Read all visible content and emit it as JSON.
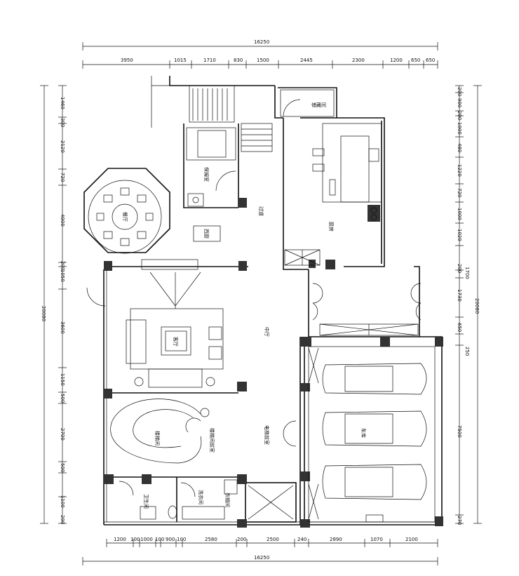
{
  "dimensions": {
    "top_total": "16250",
    "top_segments": [
      "3950",
      "1015",
      "1710",
      "830",
      "1500",
      "2445",
      "2300",
      "1200",
      "650",
      "650"
    ],
    "bottom_total": "16250",
    "bottom_segments": [
      "1200",
      "100",
      "1000",
      "100",
      "900",
      "100",
      "2580",
      "200",
      "2500",
      "240",
      "2890",
      "1070",
      "2100"
    ],
    "left_total": "20080",
    "left_segments": [
      "1460",
      "300",
      "2120",
      "720",
      "4000",
      "200",
      "1050",
      "3600",
      "1150",
      "500",
      "2700",
      "500",
      "1100",
      "200"
    ],
    "right_total": "20080",
    "right_segments": [
      "290",
      "900",
      "200",
      "1000",
      "480",
      "1220",
      "720",
      "1000",
      "1020",
      "200",
      "1730",
      "1700",
      "650",
      "250",
      "7500",
      "270"
    ]
  },
  "rooms": {
    "dining": "餐厅",
    "living": "客厅",
    "hall": "中厅",
    "kitchen": "厨房",
    "storage": "储藏间",
    "nanny": "保姆室",
    "corridor": "过道",
    "garage": "车库",
    "stair": "楼梯间",
    "stair_hall": "楼梯间前室",
    "elevator_hall": "电梯前室",
    "bathroom": "卫生间",
    "laundry": "洗衣间",
    "cloak": "衣帽间",
    "west_kitchen": "西厨"
  }
}
